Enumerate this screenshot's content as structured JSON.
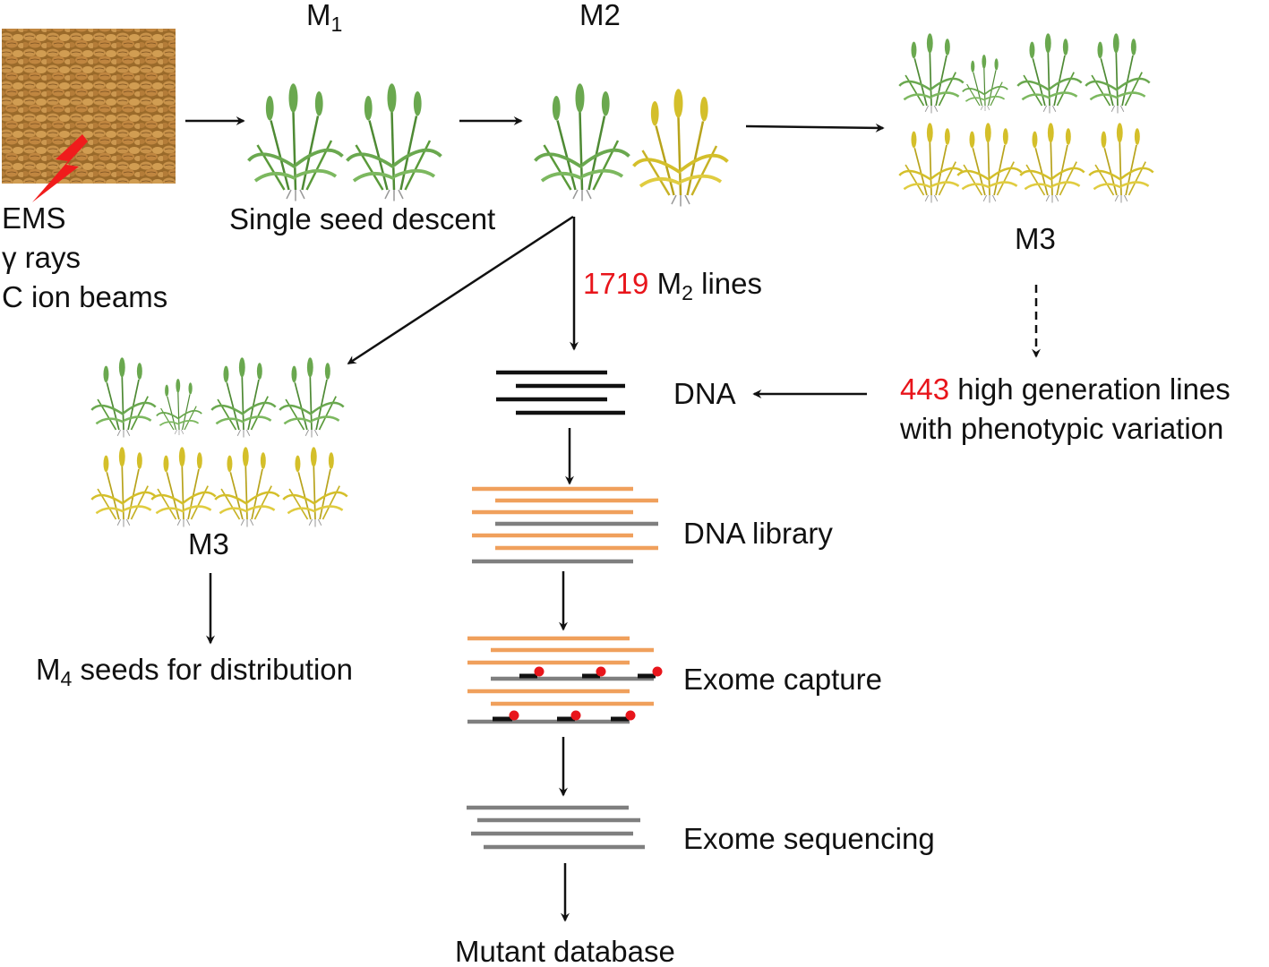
{
  "mutagens": {
    "lines": [
      "EMS",
      "γ rays",
      "C ion beams"
    ]
  },
  "generations": {
    "m1": {
      "base": "M",
      "sub": "1"
    },
    "m2": {
      "base": "M",
      "sub": "2"
    },
    "m3_right": {
      "base": "M",
      "sub": "3"
    },
    "m3_left": {
      "base": "M",
      "sub": "3"
    }
  },
  "labels": {
    "single_seed_descent": "Single seed descent",
    "m2_lines_count": "1719",
    "m2_lines_base": "M",
    "m2_lines_sub": "2",
    "m2_lines_suffix": " lines",
    "high_gen_count": "443",
    "high_gen_line1": " high generation lines",
    "high_gen_line2": "with phenotypic variation",
    "dna": "DNA",
    "dna_library": "DNA library",
    "exome_capture": "Exome capture",
    "exome_sequencing": "Exome sequencing",
    "mutant_database": "Mutant database",
    "m4_base": "M",
    "m4_sub": "4",
    "m4_suffix": " seeds for distribution"
  },
  "colors": {
    "highlight_red": "#e8151b",
    "read_orange": "#f0a05c",
    "read_gray": "#7f7f7f",
    "dna_black": "#111111",
    "plant_green": "#6aa84f",
    "plant_yellow": "#d4bf2a",
    "seed_brown": "#b5833a"
  },
  "icons": {
    "seed_photo": "wheat-seeds-image",
    "mutation": "lightning-bolt-icon",
    "plant": "wheat-plant-icon"
  }
}
